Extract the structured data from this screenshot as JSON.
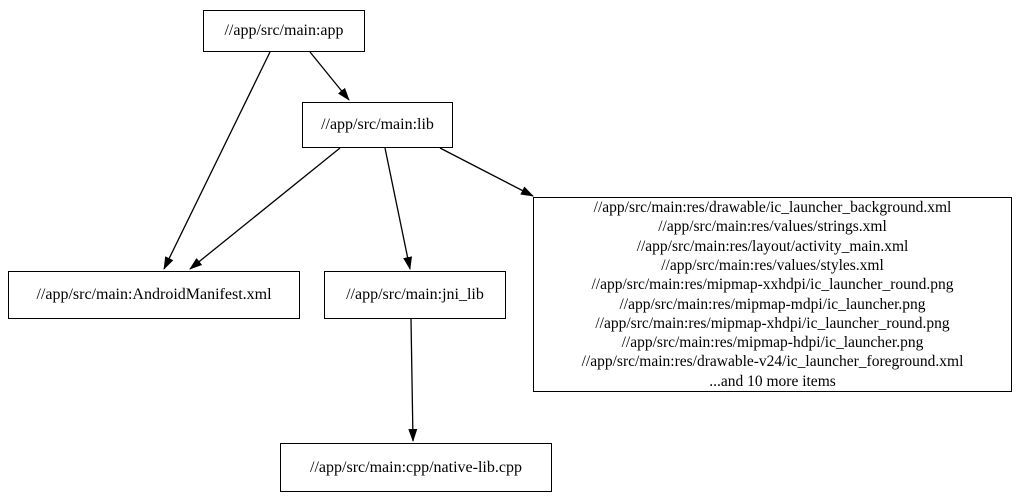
{
  "diagram": {
    "type": "dependency-graph",
    "background_color": "#ffffff",
    "node_fill": "#ffffff",
    "node_border_color": "#000000",
    "edge_color": "#000000",
    "text_color": "#000000",
    "nodes": {
      "app": {
        "label": "//app/src/main:app"
      },
      "lib": {
        "label": "//app/src/main:lib"
      },
      "manifest": {
        "label": "//app/src/main:AndroidManifest.xml"
      },
      "jni_lib": {
        "label": "//app/src/main:jni_lib"
      },
      "native_lib": {
        "label": "//app/src/main:cpp/native-lib.cpp"
      },
      "resources": {
        "lines": [
          "//app/src/main:res/drawable/ic_launcher_background.xml",
          "//app/src/main:res/values/strings.xml",
          "//app/src/main:res/layout/activity_main.xml",
          "//app/src/main:res/values/styles.xml",
          "//app/src/main:res/mipmap-xxhdpi/ic_launcher_round.png",
          "//app/src/main:res/mipmap-mdpi/ic_launcher.png",
          "//app/src/main:res/mipmap-xhdpi/ic_launcher_round.png",
          "//app/src/main:res/mipmap-hdpi/ic_launcher.png",
          "//app/src/main:res/drawable-v24/ic_launcher_foreground.xml",
          "...and 10 more items"
        ]
      }
    },
    "edges": [
      {
        "from": "app",
        "to": "lib"
      },
      {
        "from": "app",
        "to": "manifest"
      },
      {
        "from": "lib",
        "to": "manifest"
      },
      {
        "from": "lib",
        "to": "jni_lib"
      },
      {
        "from": "lib",
        "to": "resources"
      },
      {
        "from": "jni_lib",
        "to": "native_lib"
      }
    ]
  }
}
